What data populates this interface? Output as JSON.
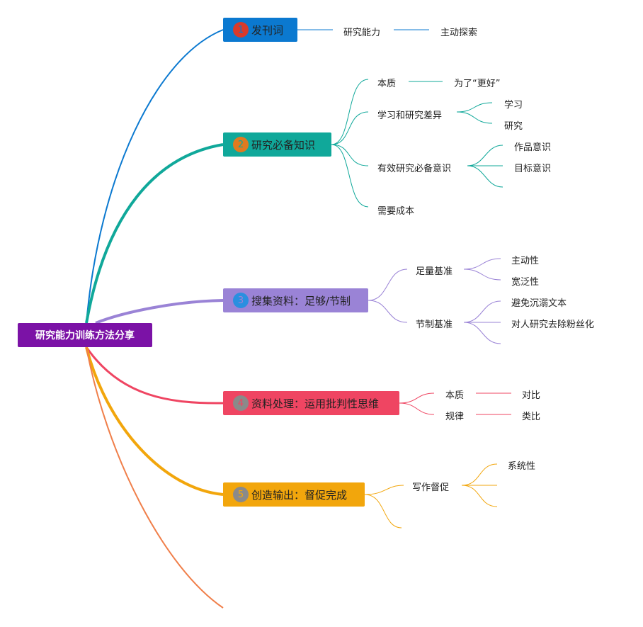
{
  "root": {
    "label": "研究能力训练方法分享",
    "color": "#7b12a6"
  },
  "branches": [
    {
      "number": "1",
      "label": "发刊词",
      "color": "#0b79d0",
      "badge_color": "#d93a2b",
      "children": [
        {
          "label": "研究能力",
          "children": [
            {
              "label": "主动探索"
            }
          ]
        }
      ]
    },
    {
      "number": "2",
      "label": "研究必备知识",
      "color": "#10a89a",
      "badge_color": "#e07a1f",
      "children": [
        {
          "label": "本质",
          "children": [
            {
              "label": "为了“更好”"
            }
          ]
        },
        {
          "label": "学习和研究差异",
          "children": [
            {
              "label": "学习"
            },
            {
              "label": "研究"
            }
          ]
        },
        {
          "label": "有效研究必备意识",
          "children": [
            {
              "label": "作品意识"
            },
            {
              "label": "目标意识"
            },
            {
              "label": ""
            }
          ]
        },
        {
          "label": "需要成本"
        }
      ]
    },
    {
      "number": "3",
      "label": "搜集资料：足够/节制",
      "color": "#9a83d6",
      "badge_color": "#2a8fe0",
      "children": [
        {
          "label": "足量基准",
          "children": [
            {
              "label": "主动性"
            },
            {
              "label": "宽泛性"
            }
          ]
        },
        {
          "label": "节制基准",
          "children": [
            {
              "label": "避免沉溺文本"
            },
            {
              "label": "对人研究去除粉丝化"
            },
            {
              "label": ""
            }
          ]
        }
      ]
    },
    {
      "number": "4",
      "label": "资料处理：运用批判性思维",
      "color": "#ef4562",
      "badge_color": "#8a8a8a",
      "children": [
        {
          "label": "本质",
          "children": [
            {
              "label": "对比"
            }
          ]
        },
        {
          "label": "规律",
          "children": [
            {
              "label": "类比"
            }
          ]
        }
      ]
    },
    {
      "number": "5",
      "label": "创造输出：督促完成",
      "color": "#f2a60c",
      "badge_color": "#8a8a8a",
      "children": [
        {
          "label": "写作督促",
          "children": [
            {
              "label": "系统性"
            },
            {
              "label": ""
            },
            {
              "label": ""
            }
          ]
        },
        {
          "label": ""
        }
      ]
    }
  ],
  "extra_branch_color": "#f07f4a"
}
